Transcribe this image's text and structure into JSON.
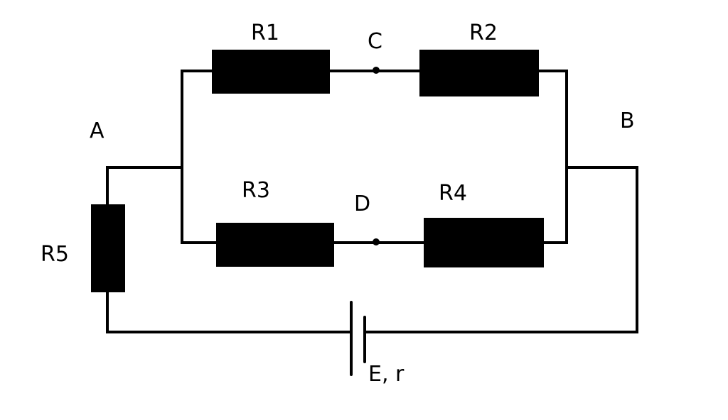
{
  "circuit": {
    "resistors": [
      {
        "id": "R1",
        "label": "R1"
      },
      {
        "id": "R2",
        "label": "R2"
      },
      {
        "id": "R3",
        "label": "R3"
      },
      {
        "id": "R4",
        "label": "R4"
      },
      {
        "id": "R5",
        "label": "R5"
      }
    ],
    "nodes": {
      "A": "A",
      "B": "B",
      "C": "C",
      "D": "D"
    },
    "source": {
      "label": "E, r"
    },
    "colors": {
      "wire": "#000000",
      "background": "#ffffff"
    }
  }
}
